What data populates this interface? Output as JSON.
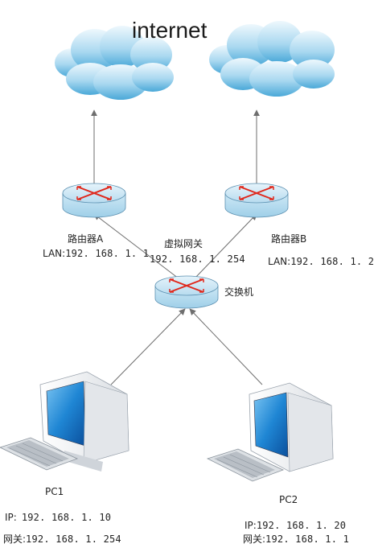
{
  "title": "internet",
  "router_a": {
    "name": "路由器A",
    "lan_prefix": "LAN:",
    "lan_ip": "192. 168. 1. 1"
  },
  "router_b": {
    "name": "路由器B",
    "lan_prefix": "LAN:",
    "lan_ip": "192. 168. 1. 2"
  },
  "virtual_gateway": {
    "label": "虚拟网关",
    "ip": "192. 168. 1. 254"
  },
  "switch": {
    "label": "交换机"
  },
  "pc1": {
    "name": "PC1",
    "ip_prefix": "IP:",
    "ip": "192. 168. 1. 10",
    "gw_prefix": "网关:",
    "gw": "192. 168. 1. 254"
  },
  "pc2": {
    "name": "PC2",
    "ip_prefix": "IP:",
    "ip": "192. 168. 1. 20",
    "gw_prefix": "网关:",
    "gw": "192. 168. 1. 1"
  },
  "colors": {
    "arrow": "#6e6e6e",
    "cloud_light": "#d8eef8",
    "cloud_dark": "#5bb3dc",
    "router_body": "#c8e6f4",
    "router_x": "#e0281c",
    "monitor_screen": "#1f86d4"
  }
}
